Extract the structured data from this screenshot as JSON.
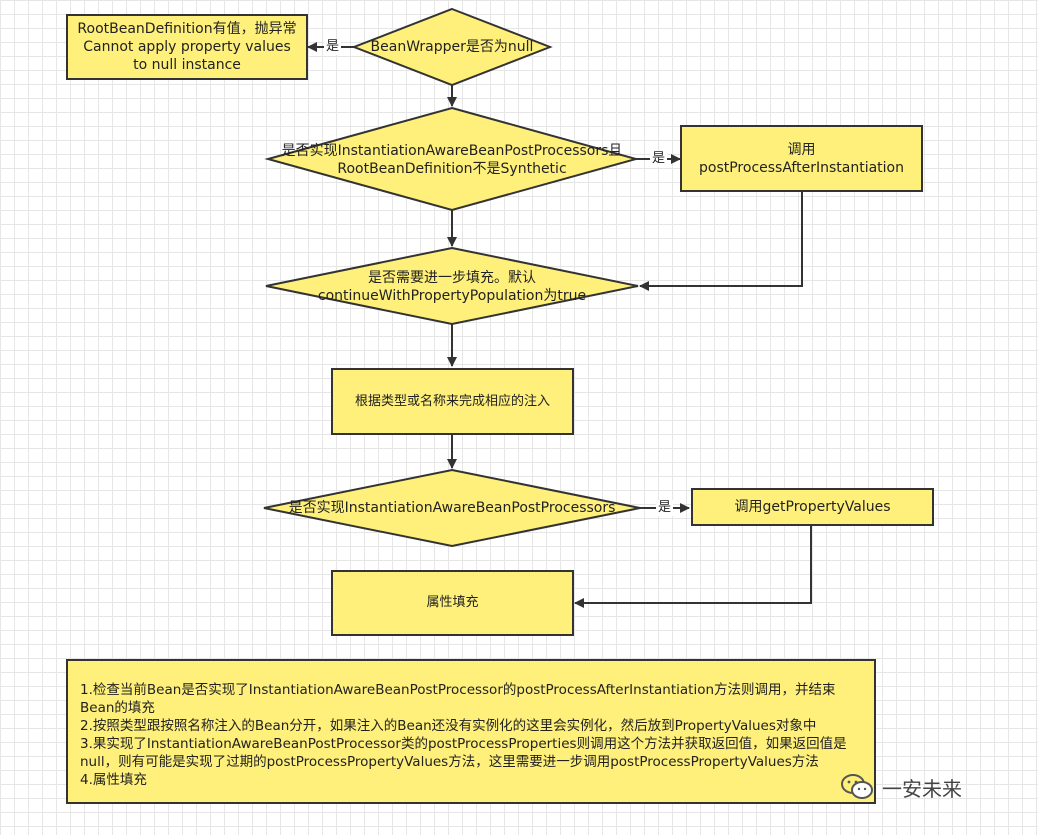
{
  "colors": {
    "node_fill": "#fef07a",
    "stroke": "#333333",
    "grid": "#e6e6e6"
  },
  "nodes": {
    "error_box": [
      "RootBeanDefinition有值，抛异常",
      "Cannot apply property values",
      "to null instance"
    ],
    "d1": "BeanWrapper是否为null",
    "d2": [
      "是否实现InstantiationAwareBeanPostProcessors且",
      "RootBeanDefinition不是Synthetic"
    ],
    "call_after": [
      "调用",
      "postProcessAfterInstantiation"
    ],
    "d3": [
      "是否需要进一步填充。默认",
      "continueWithPropertyPopulation为true"
    ],
    "inject": "根据类型或名称来完成相应的注入",
    "d4": "是否实现InstantiationAwareBeanPostProcessors",
    "call_getprop": "调用getPropertyValues",
    "populate": "属性填充"
  },
  "edge_labels": {
    "yes1": "是",
    "yes2": "是",
    "yes3": "是"
  },
  "note_lines": [
    "1.检查当前Bean是否实现了InstantiationAwareBeanPostProcessor的postProcessAfterInstantiation方法则调用，并结束Bean的填充",
    "2.按照类型跟按照名称注入的Bean分开，如果注入的Bean还没有实例化的这里会实例化，然后放到PropertyValues对象中",
    "3.果实现了InstantiationAwareBeanPostProcessor类的postProcessProperties则调用这个方法并获取返回值，如果返回值是null，则有可能是实现了过期的postProcessPropertyValues方法，这里需要进一步调用postProcessPropertyValues方法",
    "4.属性填充"
  ],
  "watermark": "一安未来"
}
